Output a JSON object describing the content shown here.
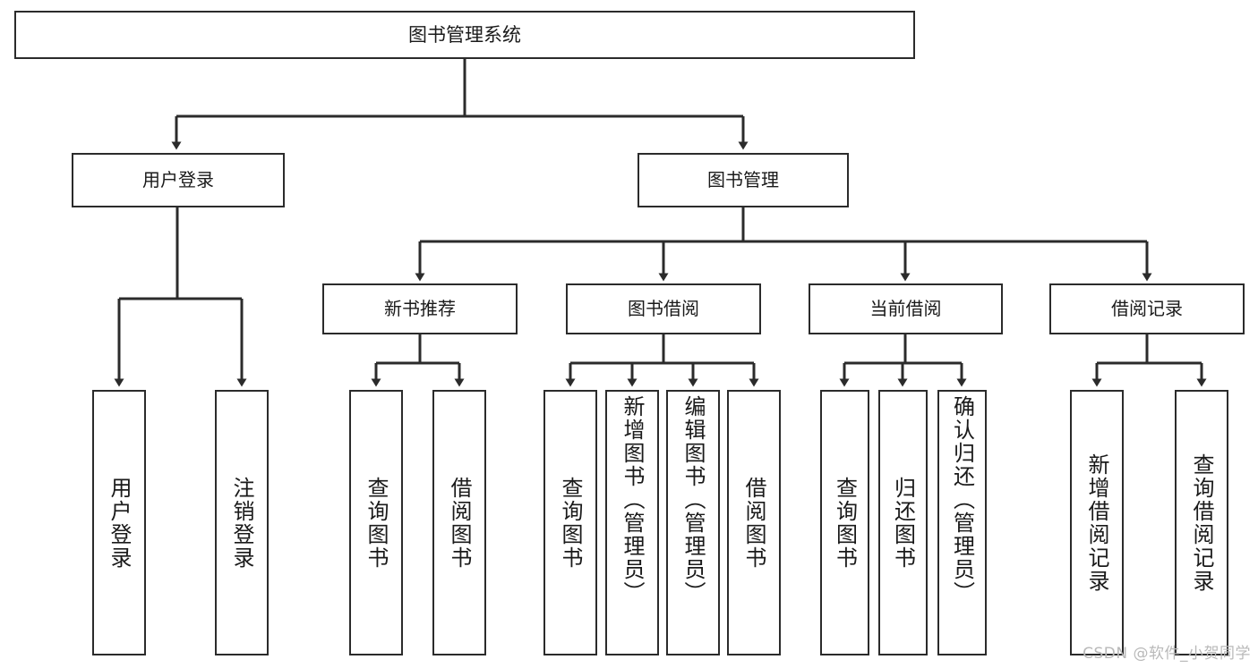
{
  "diagram": {
    "type": "tree",
    "title": "图书管理系统",
    "orientation": "top-down",
    "edge_color": "#2b2b2b",
    "box_border_color": "#2b2b2b",
    "box_fill_color": "#ffffff",
    "nodes": {
      "root": {
        "label": "图书管理系统"
      },
      "level2": [
        {
          "label": "用户登录"
        },
        {
          "label": "图书管理"
        }
      ],
      "level3": [
        {
          "label": "新书推荐"
        },
        {
          "label": "图书借阅"
        },
        {
          "label": "当前借阅"
        },
        {
          "label": "借阅记录"
        }
      ],
      "leaves": {
        "user_login": [
          {
            "label": "用户登录"
          },
          {
            "label": "注销登录"
          }
        ],
        "new_book": [
          {
            "label": "查询图书"
          },
          {
            "label": "借阅图书"
          }
        ],
        "borrow_book": [
          {
            "label": "查询图书"
          },
          {
            "label": "新增图书（管理员）"
          },
          {
            "label": "编辑图书（管理员）"
          },
          {
            "label": "借阅图书"
          }
        ],
        "current_borrow": [
          {
            "label": "查询图书"
          },
          {
            "label": "归还图书"
          },
          {
            "label": "确认归还（管理员）"
          }
        ],
        "borrow_record": [
          {
            "label": "新增借阅记录"
          },
          {
            "label": "查询借阅记录"
          }
        ]
      }
    }
  },
  "watermark": {
    "text": "CSDN @软件_小贺同学"
  }
}
